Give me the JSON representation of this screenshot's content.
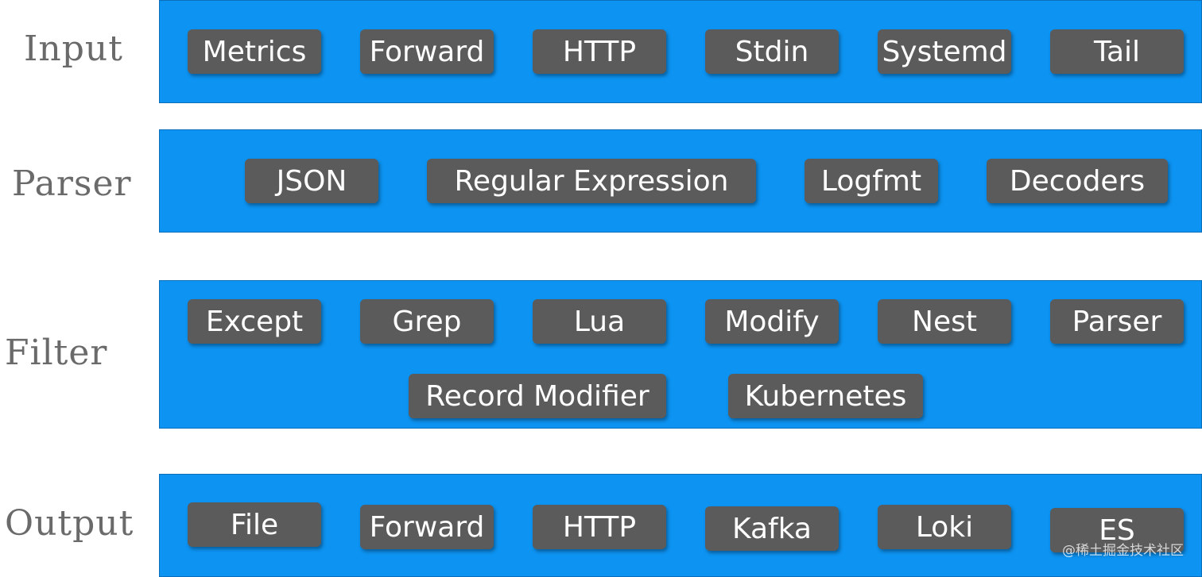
{
  "stages": {
    "input": {
      "label": "Input",
      "plugins": [
        "Metrics",
        "Forward",
        "HTTP",
        "Stdin",
        "Systemd",
        "Tail"
      ]
    },
    "parser": {
      "label": "Parser",
      "plugins": [
        "JSON",
        "Regular Expression",
        "Logfmt",
        "Decoders"
      ]
    },
    "filter": {
      "label": "Filter",
      "plugins": [
        "Except",
        "Grep",
        "Lua",
        "Modify",
        "Nest",
        "Parser",
        "Record Modifier",
        "Kubernetes"
      ]
    },
    "output": {
      "label": "Output",
      "plugins": [
        "File",
        "Forward",
        "HTTP",
        "Kafka",
        "Loki",
        "ES"
      ]
    }
  },
  "watermark": "@稀土掘金技术社区",
  "colors": {
    "band": "#0d93f2",
    "chip": "#5b5b5b",
    "chip_text": "#ffffff",
    "label_text": "#6a6a6a"
  }
}
